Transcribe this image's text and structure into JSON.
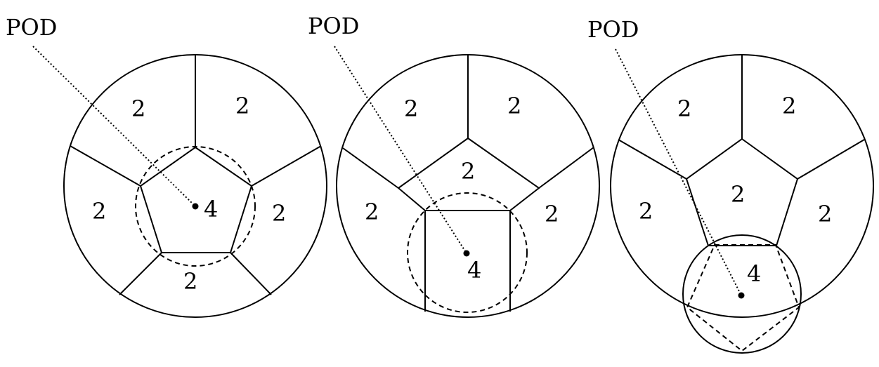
{
  "panels": [
    {
      "pod_label": "POD",
      "region_values": [
        "2",
        "2",
        "2",
        "2",
        "2"
      ],
      "center_value": "4"
    },
    {
      "pod_label": "POD",
      "region_values": [
        "2",
        "2",
        "2",
        "2",
        "2"
      ],
      "center_value": "4"
    },
    {
      "pod_label": "POD",
      "region_values": [
        "2",
        "2",
        "2",
        "2",
        "2"
      ],
      "center_value": "4"
    }
  ]
}
